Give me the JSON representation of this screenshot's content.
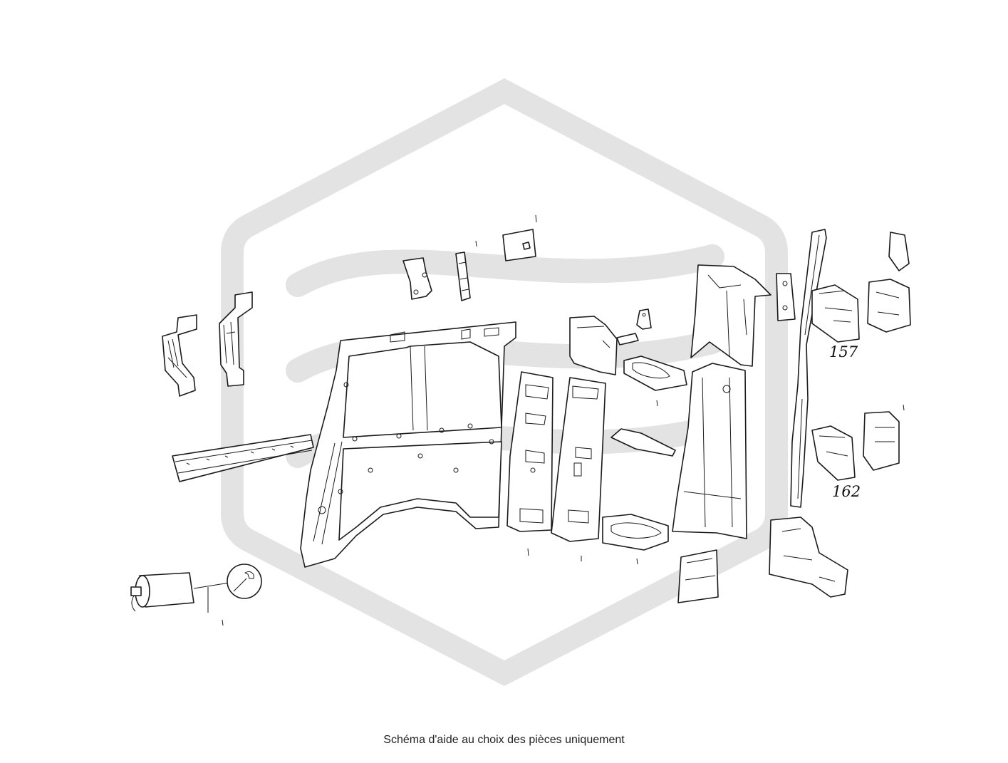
{
  "caption": "Schéma d'aide au choix des pièces uniquement",
  "callouts": [
    {
      "id": "157",
      "label": "157"
    },
    {
      "id": "162",
      "label": "162"
    }
  ],
  "colors": {
    "watermark": "#e3e3e3",
    "stroke": "#1a1a1a",
    "background": "#ffffff"
  },
  "icons": [
    "wrench-icon",
    "glue-tube-icon",
    "watermark-logo-icon"
  ]
}
